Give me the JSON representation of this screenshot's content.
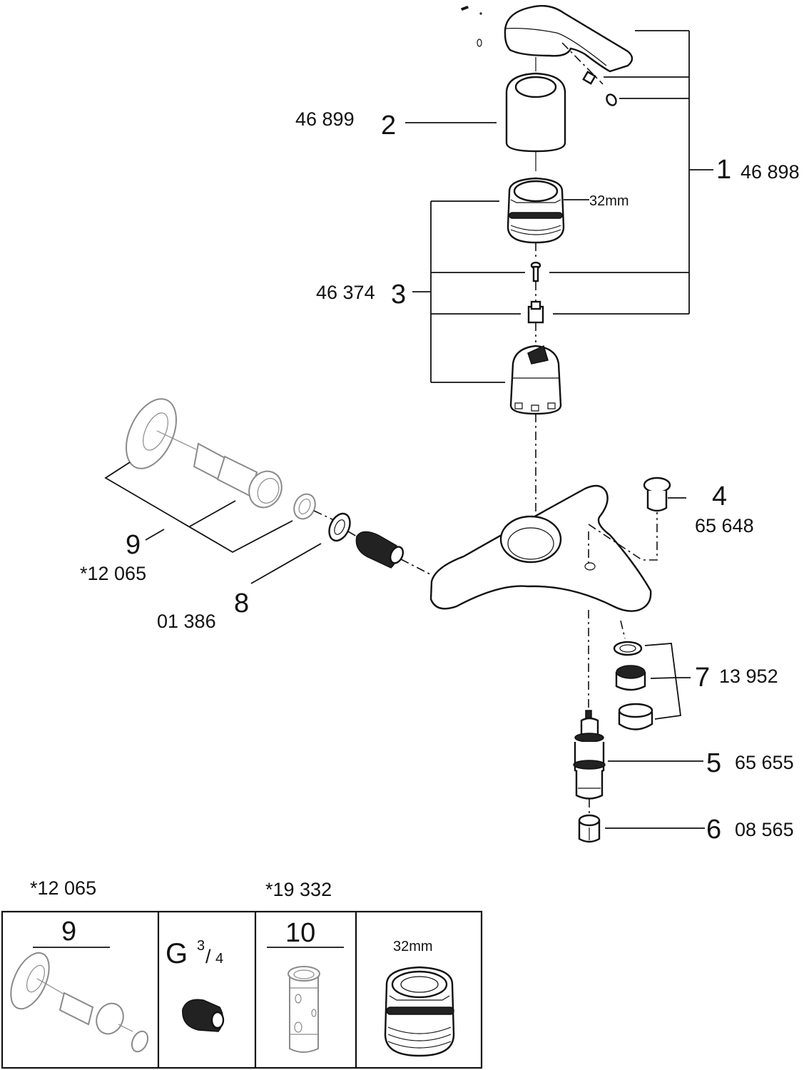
{
  "diagram": {
    "type": "exploded-parts-diagram",
    "parts": [
      {
        "index": "1",
        "part_number": "46 898",
        "name": "lever-handle"
      },
      {
        "index": "2",
        "part_number": "46 899",
        "name": "cover-sleeve"
      },
      {
        "index": "3",
        "part_number": "46 374",
        "name": "cartridge-set",
        "note": "32mm"
      },
      {
        "index": "4",
        "part_number": "65 648",
        "name": "cap"
      },
      {
        "index": "5",
        "part_number": "65 655",
        "name": "diverter"
      },
      {
        "index": "6",
        "part_number": "08 565",
        "name": "button"
      },
      {
        "index": "7",
        "part_number": "13 952",
        "name": "aerator-set"
      },
      {
        "index": "8",
        "part_number": "01 386",
        "name": "washer-nipple"
      },
      {
        "index": "9",
        "part_number": "*12 065",
        "name": "s-union-set"
      }
    ],
    "labels": {
      "nut_size": "32mm"
    }
  },
  "accessories": {
    "headers": [
      "*12 065",
      "*19 332"
    ],
    "cells": [
      {
        "label": "9",
        "name": "s-union"
      },
      {
        "label_main": "G",
        "label_num": "3",
        "label_den": "4",
        "name": "adapter-g34"
      },
      {
        "label": "10",
        "name": "extension"
      },
      {
        "label": "32mm",
        "name": "nut-32mm"
      }
    ]
  }
}
